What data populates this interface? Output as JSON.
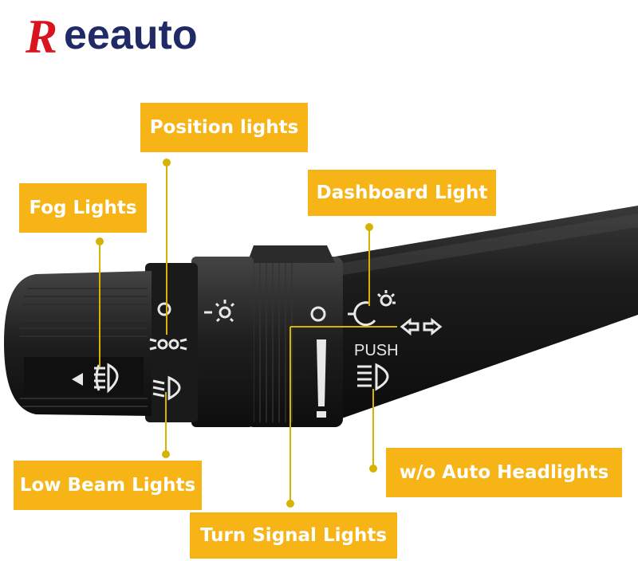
{
  "brand": {
    "logo_text": "Reeauto",
    "logo_initial": "R",
    "logo_rest": "eeauto",
    "initial_color": "#d8141f",
    "text_color": "#1f2a66"
  },
  "labels": {
    "position": "Position lights",
    "fog": "Fog Lights",
    "dashboard": "Dashboard Light",
    "low_beam": "Low Beam Lights",
    "auto_headlights": "w/o Auto Headlights",
    "turn_signal": "Turn Signal Lights"
  },
  "switch": {
    "push_text": "PUSH",
    "off_mark_1": "O",
    "off_mark_2": "O"
  },
  "colors": {
    "label_bg": "#f7b417",
    "leader": "#d8b200",
    "switch_body": "#1b1b1b",
    "symbols": "#e8e8e8"
  }
}
